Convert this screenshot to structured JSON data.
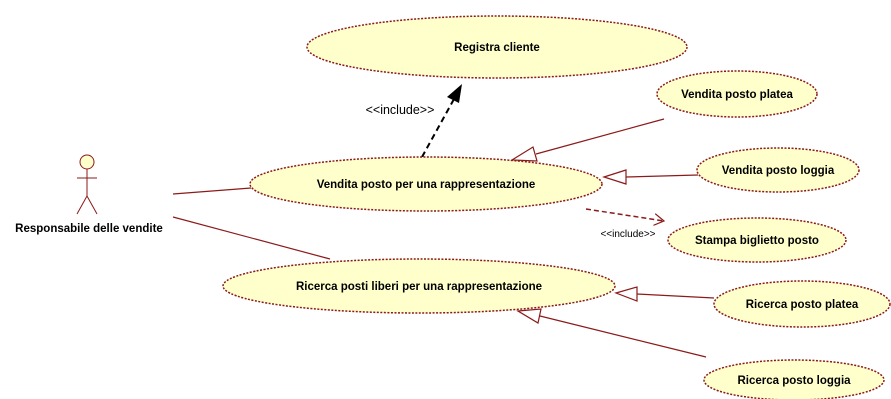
{
  "diagram": {
    "type": "uml-use-case",
    "colors": {
      "usecase_fill": "#ffffcc",
      "usecase_border": "#8b1a1a",
      "line": "#8b1a1a",
      "dependency": "#000000"
    },
    "actor": {
      "name": "Responsabile delle vendite"
    },
    "usecases": {
      "registra_cliente": "Registra cliente",
      "vendita_posto_rappresentazione": "Vendita posto per una rappresentazione",
      "vendita_posto_platea": "Vendita posto platea",
      "vendita_posto_loggia": "Vendita posto loggia",
      "stampa_biglietto_posto": "Stampa biglietto posto",
      "ricerca_posti_liberi": "Ricerca posti liberi per una rappresentazione",
      "ricerca_posto_platea": "Ricerca posto platea",
      "ricerca_posto_loggia": "Ricerca posto loggia"
    },
    "relations": {
      "include_registra": "<<include>>",
      "include_stampa": "<<include>>"
    }
  }
}
